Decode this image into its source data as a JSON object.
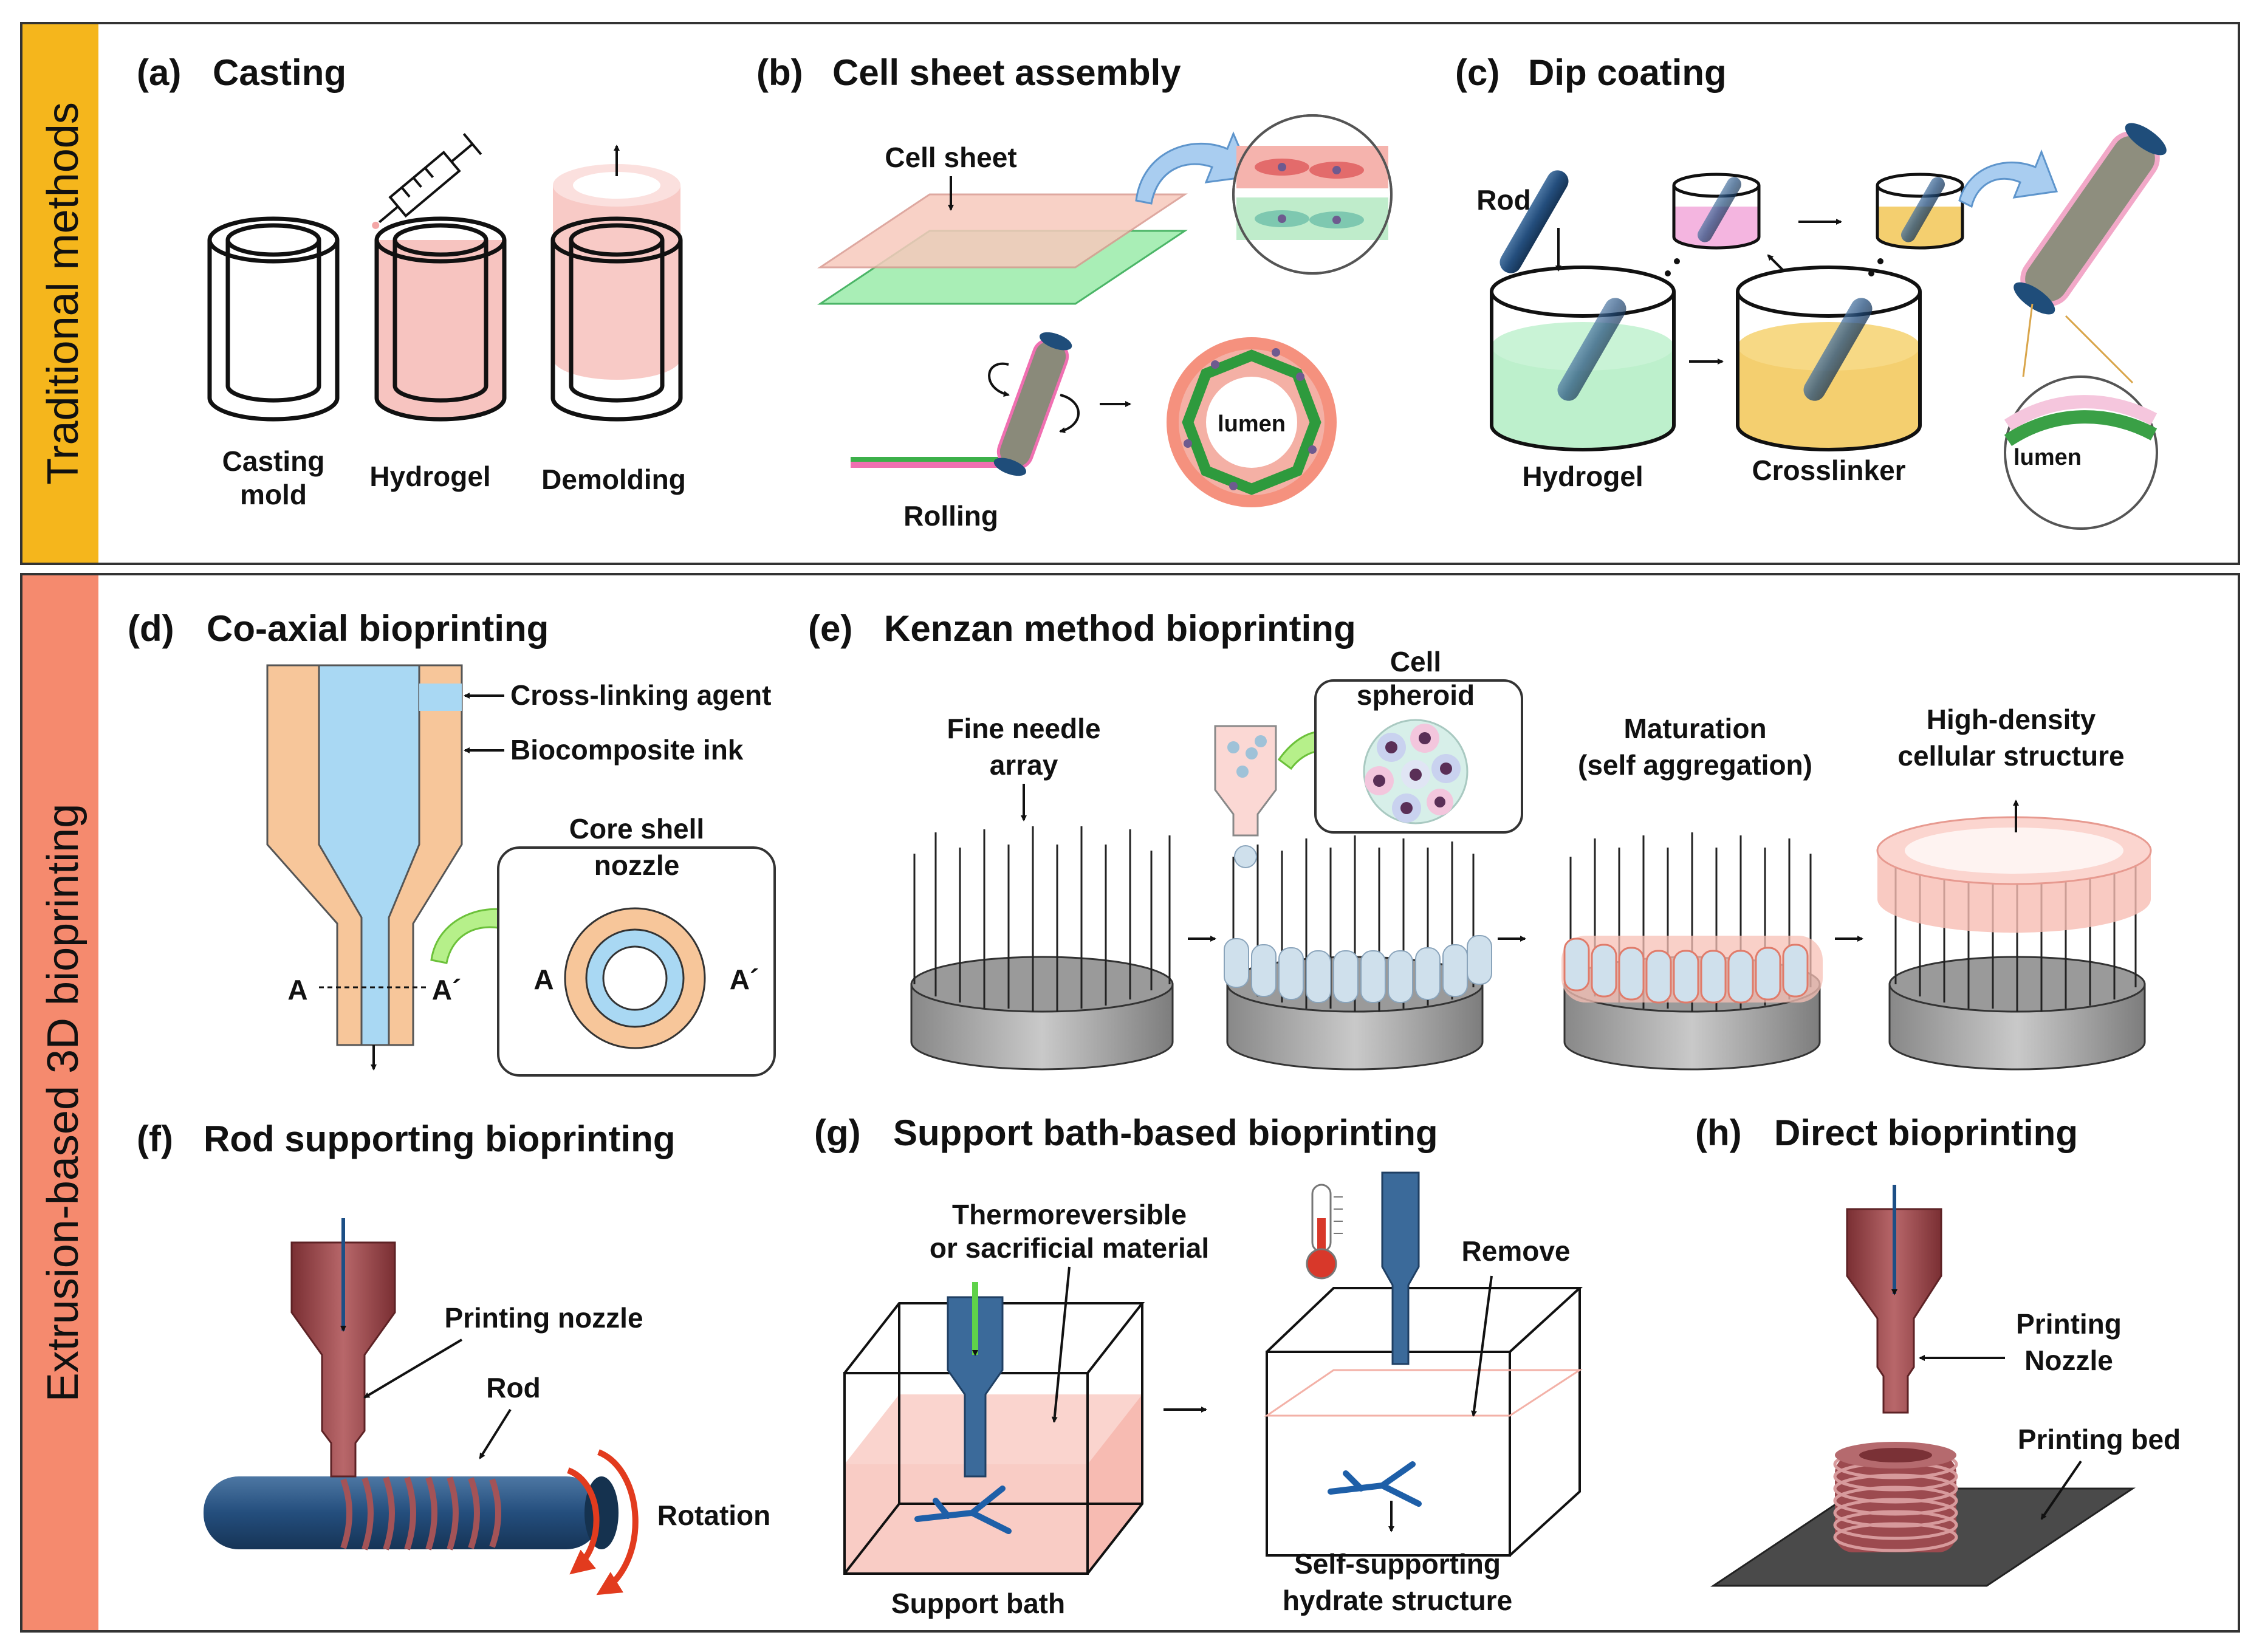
{
  "sections": {
    "traditional": {
      "label": "Traditional methods",
      "color": "#F5B61C"
    },
    "extrusion": {
      "label": "Extrusion-based 3D bioprinting",
      "color": "#F58A6E"
    }
  },
  "panels": {
    "a": {
      "letter": "(a)",
      "title": "Casting",
      "labels": {
        "mold_line1": "Casting",
        "mold_line2": "mold",
        "hydrogel": "Hydrogel",
        "demolding": "Demolding"
      }
    },
    "b": {
      "letter": "(b)",
      "title": "Cell sheet assembly",
      "labels": {
        "cell_sheet": "Cell sheet",
        "rolling": "Rolling",
        "lumen": "lumen"
      }
    },
    "c": {
      "letter": "(c)",
      "title": "Dip coating",
      "labels": {
        "rod": "Rod",
        "hydrogel": "Hydrogel",
        "crosslinker": "Crosslinker",
        "lumen": "lumen"
      }
    },
    "d": {
      "letter": "(d)",
      "title": "Co-axial bioprinting",
      "labels": {
        "crosslinking": "Cross-linking agent",
        "biocomposite": "Biocomposite ink",
        "core_line1": "Core shell",
        "core_line2": "nozzle",
        "a": "A",
        "a_prime": "A´"
      }
    },
    "e": {
      "letter": "(e)",
      "title": "Kenzan method bioprinting",
      "labels": {
        "needle_line1": "Fine needle",
        "needle_line2": "array",
        "spheroid_line1": "Cell",
        "spheroid_line2": "spheroid",
        "maturation_line1": "Maturation",
        "maturation_line2": "(self aggregation)",
        "density_line1": "High-density",
        "density_line2": "cellular structure"
      }
    },
    "f": {
      "letter": "(f)",
      "title": "Rod supporting bioprinting",
      "labels": {
        "nozzle": "Printing nozzle",
        "rod": "Rod",
        "rotation": "Rotation"
      }
    },
    "g": {
      "letter": "(g)",
      "title": "Support bath-based bioprinting",
      "labels": {
        "thermo_line1": "Thermoreversible",
        "thermo_line2": "or sacrificial material",
        "remove": "Remove",
        "bath": "Support bath",
        "self_line1": "Self-supporting",
        "self_line2": "hydrate structure"
      }
    },
    "h": {
      "letter": "(h)",
      "title": "Direct bioprinting",
      "labels": {
        "nozzle_line1": "Printing",
        "nozzle_line2": "Nozzle",
        "bed": "Printing bed"
      }
    }
  }
}
